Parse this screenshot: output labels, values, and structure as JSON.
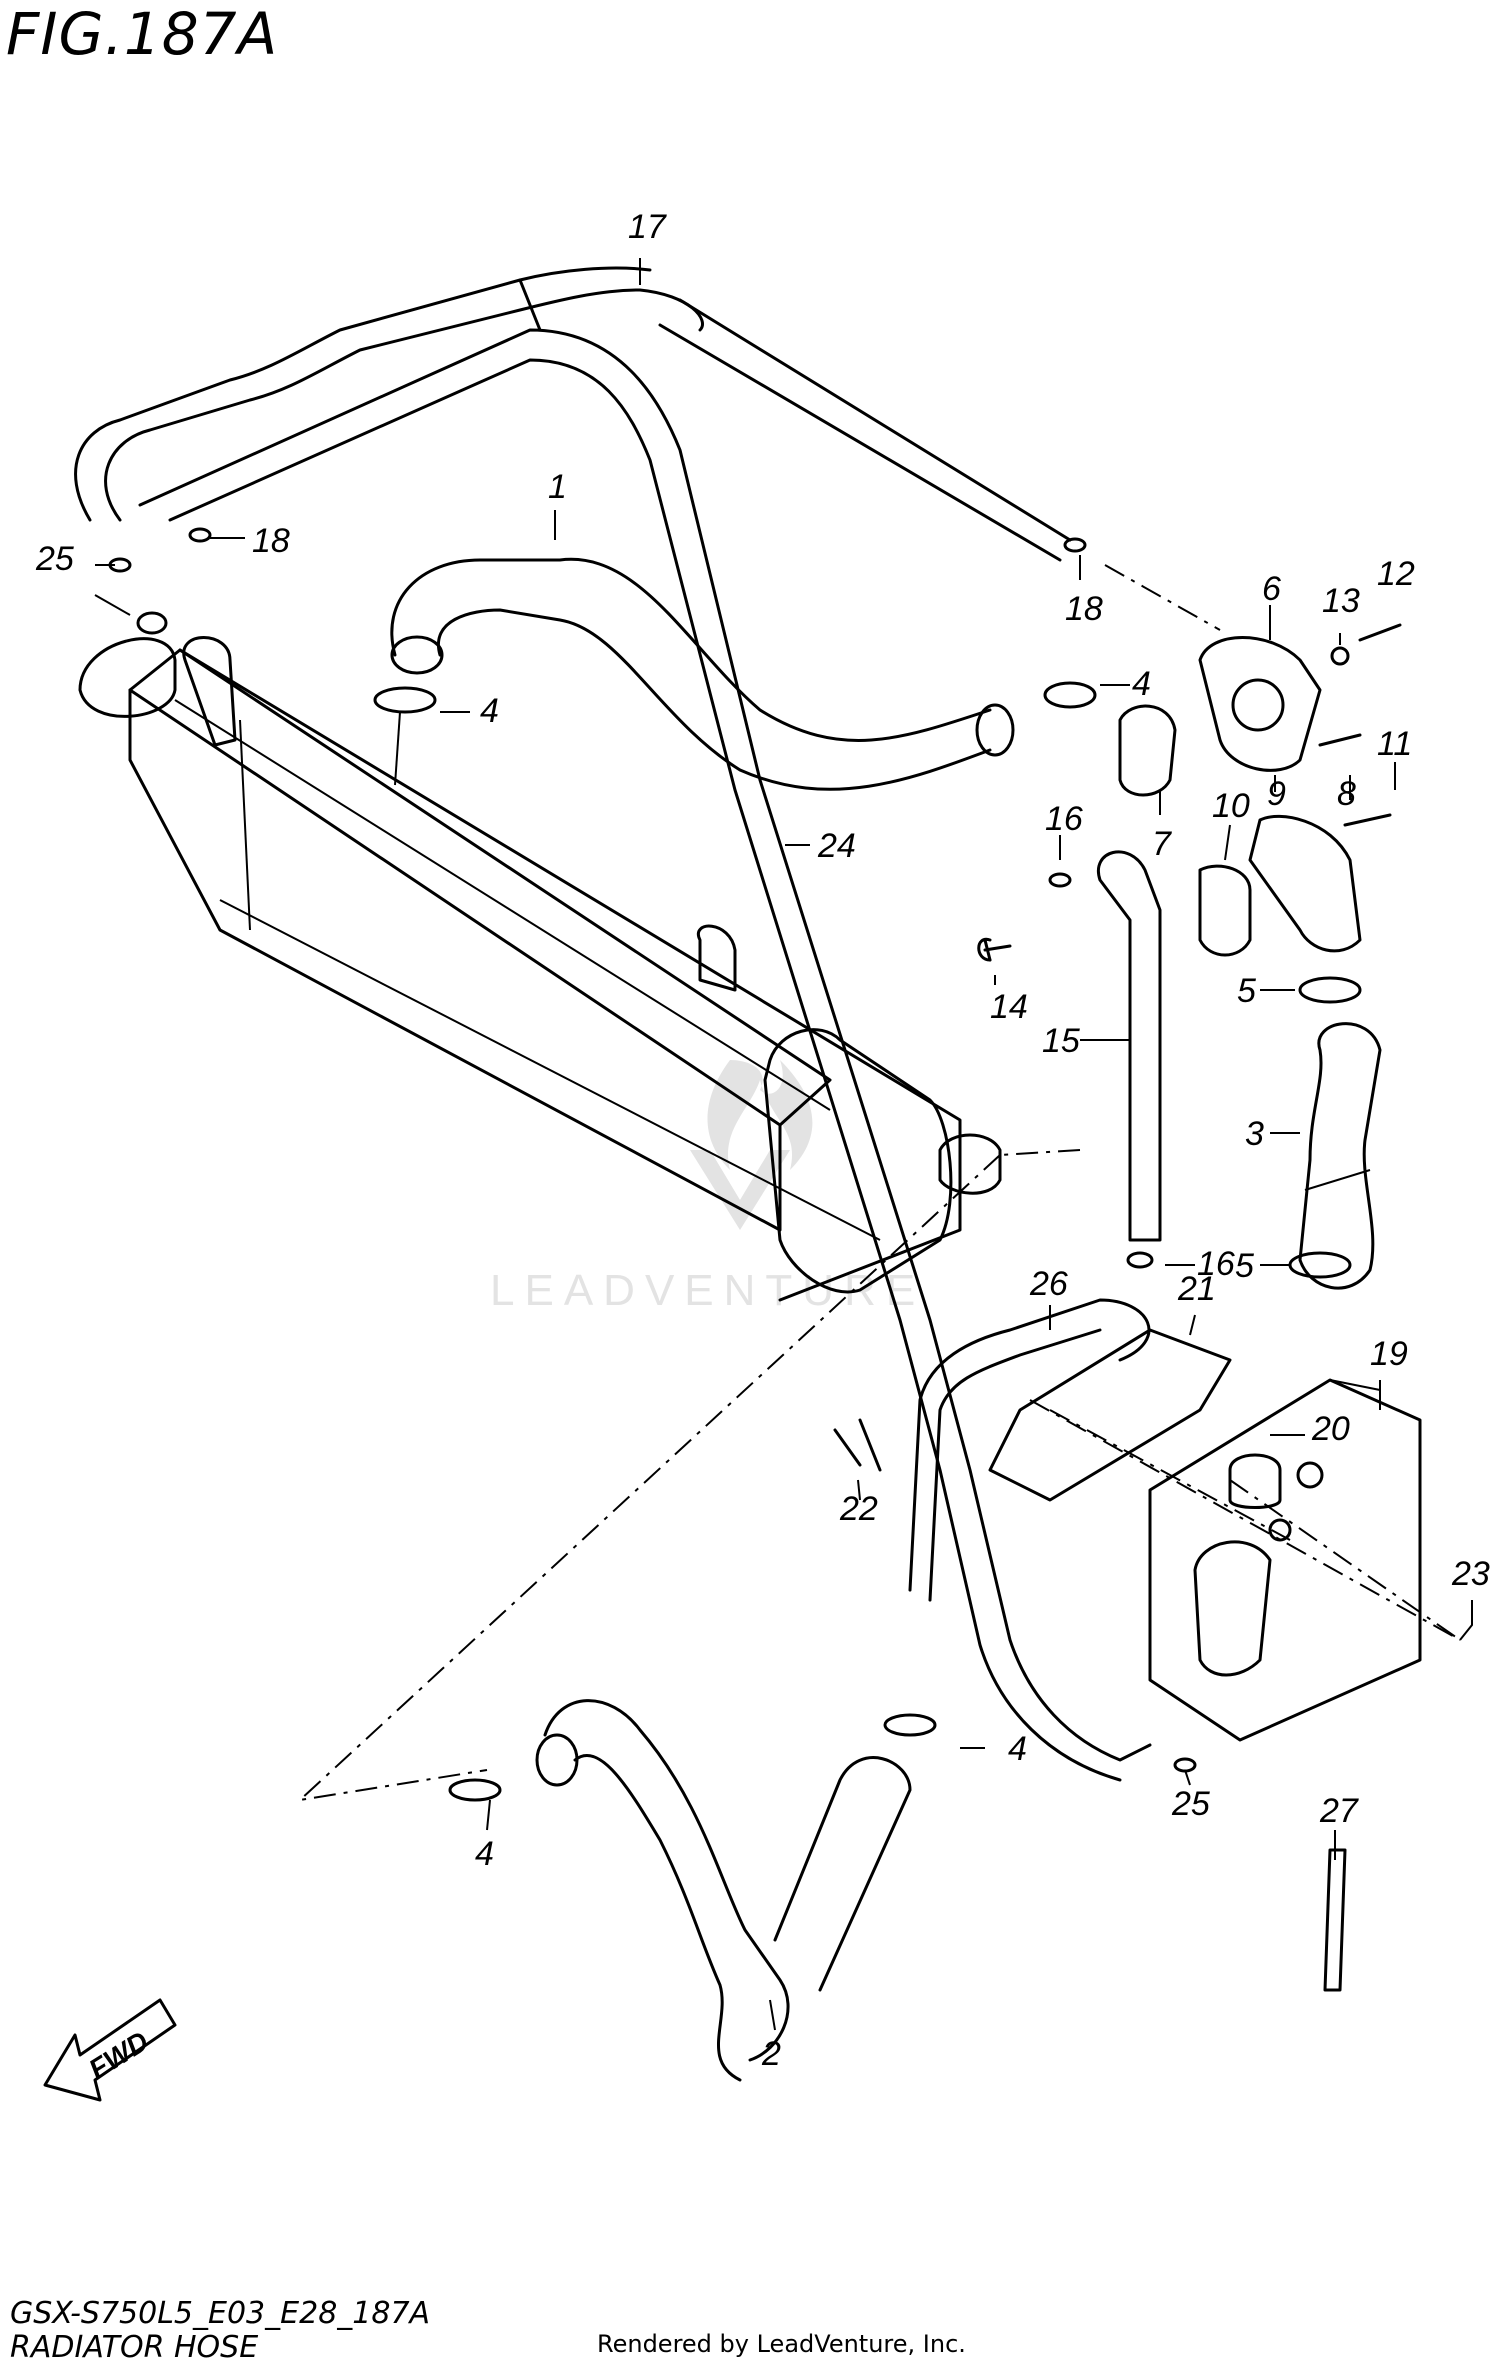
{
  "figure": {
    "title": "FIG.187A",
    "model_code": "GSX-S750L5_E03_E28_187A",
    "caption": "RADIATOR HOSE",
    "credit": "Rendered by LeadVenture, Inc.",
    "watermark": "LEADVENTURE"
  },
  "fwd_label": "FWD",
  "callouts": [
    {
      "id": "c17",
      "label": "17"
    },
    {
      "id": "c1",
      "label": "1"
    },
    {
      "id": "c18a",
      "label": "18"
    },
    {
      "id": "c25a",
      "label": "25"
    },
    {
      "id": "c4a",
      "label": "4"
    },
    {
      "id": "c18b",
      "label": "18"
    },
    {
      "id": "c6",
      "label": "6"
    },
    {
      "id": "c13",
      "label": "13"
    },
    {
      "id": "c12",
      "label": "12"
    },
    {
      "id": "c4b",
      "label": "4"
    },
    {
      "id": "c11",
      "label": "11"
    },
    {
      "id": "c8",
      "label": "8"
    },
    {
      "id": "c9",
      "label": "9"
    },
    {
      "id": "c10",
      "label": "10"
    },
    {
      "id": "c7",
      "label": "7"
    },
    {
      "id": "c16a",
      "label": "16"
    },
    {
      "id": "c24",
      "label": "24"
    },
    {
      "id": "c14",
      "label": "14"
    },
    {
      "id": "c15",
      "label": "15"
    },
    {
      "id": "c5a",
      "label": "5"
    },
    {
      "id": "c3",
      "label": "3"
    },
    {
      "id": "c16b",
      "label": "16"
    },
    {
      "id": "c5b",
      "label": "5"
    },
    {
      "id": "c26",
      "label": "26"
    },
    {
      "id": "c21",
      "label": "21"
    },
    {
      "id": "c19",
      "label": "19"
    },
    {
      "id": "c20",
      "label": "20"
    },
    {
      "id": "c22",
      "label": "22"
    },
    {
      "id": "c23",
      "label": "23"
    },
    {
      "id": "c4c",
      "label": "4"
    },
    {
      "id": "c25b",
      "label": "25"
    },
    {
      "id": "c4d",
      "label": "4"
    },
    {
      "id": "c27",
      "label": "27"
    },
    {
      "id": "c2",
      "label": "2"
    }
  ]
}
